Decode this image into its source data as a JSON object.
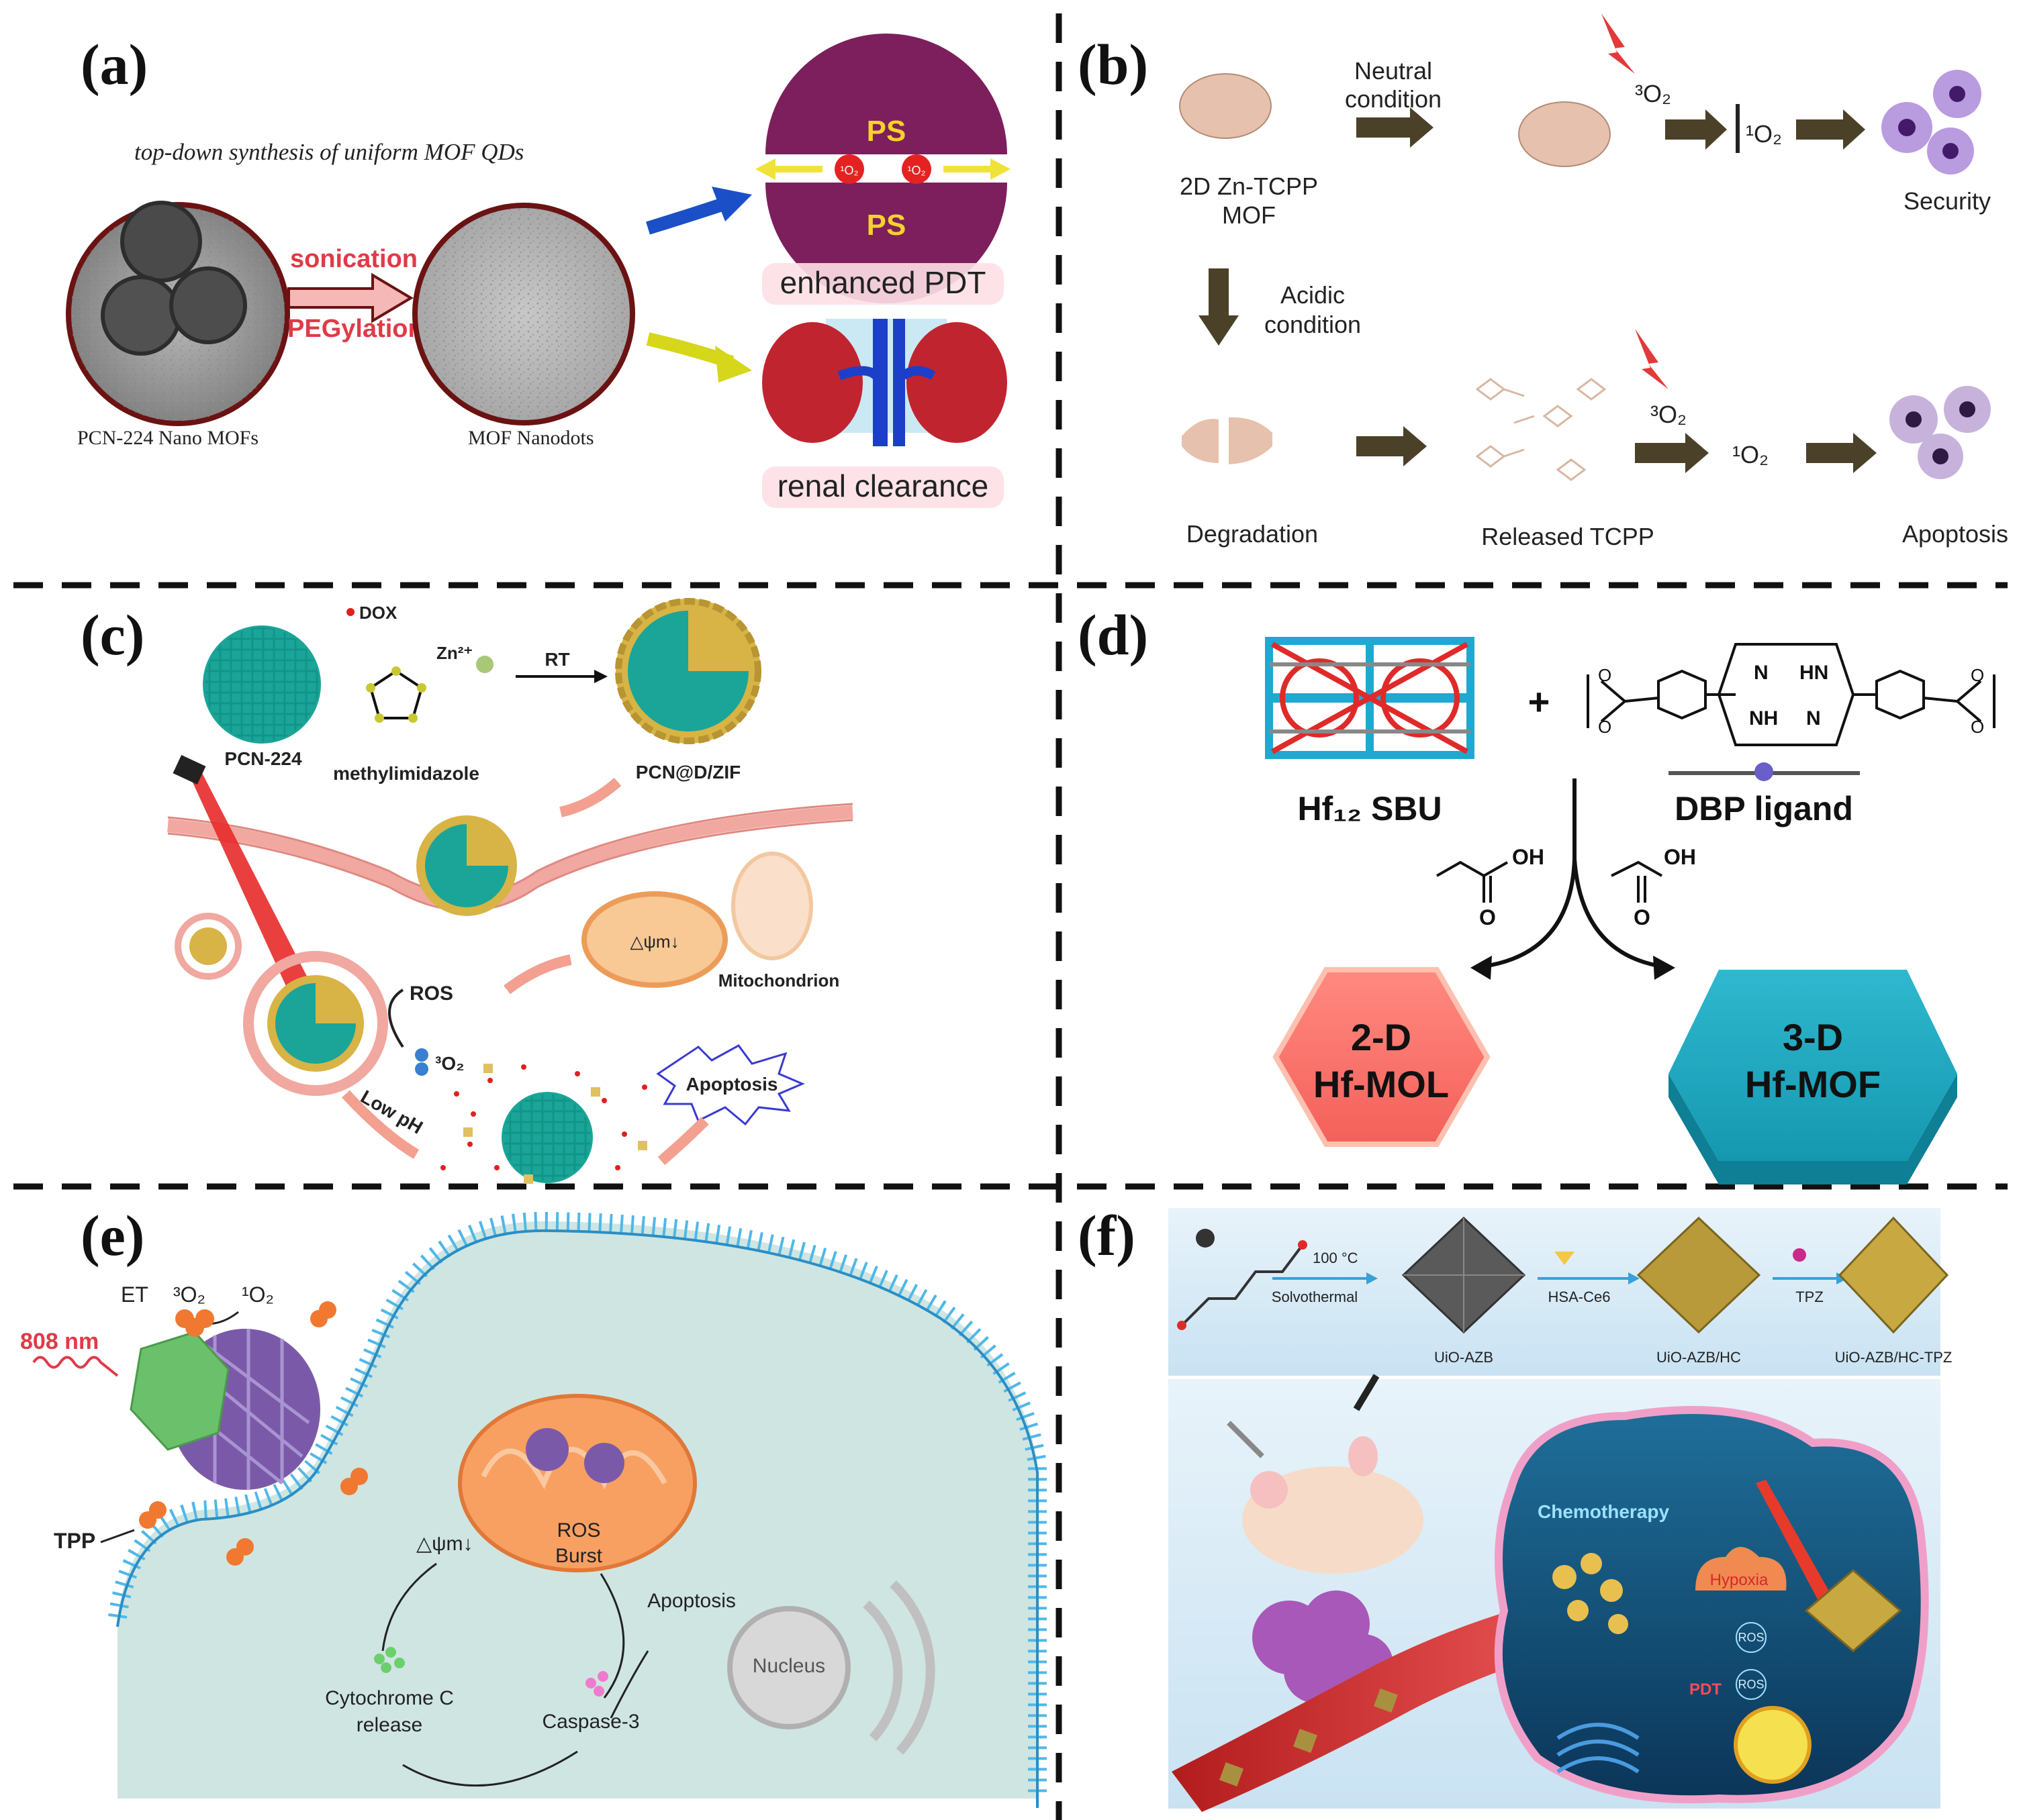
{
  "panels": {
    "a": {
      "label": "(a)",
      "title": "top-down synthesis of uniform MOF QDs",
      "sonication": "sonication",
      "pegylation": "PEGylation",
      "ps": "PS",
      "singlet": "¹O₂",
      "enhanced_pdt": "enhanced PDT",
      "renal": "renal clearance",
      "pcn_label": "PCN-224 Nano MOFs",
      "nanodots_label": "MOF Nanodots"
    },
    "b": {
      "label": "(b)",
      "neutral_1": "Neutral",
      "neutral_2": "condition",
      "mof_1": "2D Zn-TCPP",
      "mof_2": "MOF",
      "acidic_1": "Acidic",
      "acidic_2": "condition",
      "triplet": "³O₂",
      "singlet": "¹O₂",
      "security": "Security",
      "degradation": "Degradation",
      "released": "Released TCPP",
      "apoptosis": "Apoptosis"
    },
    "c": {
      "label": "(c)",
      "dox": "DOX",
      "zn": "Zn²⁺",
      "rt": "RT",
      "pcn224": "PCN-224",
      "methylimidazole": "methylimidazole",
      "pcn_zif": "PCN@D/ZIF",
      "ros": "ROS",
      "triplet": "³O₂",
      "psi": "△ψm↓",
      "mitochondrion": "Mitochondrion",
      "apoptosis": "Apoptosis",
      "low_ph": "Low pH"
    },
    "d": {
      "label": "(d)",
      "plus": "+",
      "sbu": "Hf₁₂ SBU",
      "ligand": "DBP ligand",
      "nh": "NH",
      "hn": "HN",
      "n": "N",
      "oh": "OH",
      "o": "O",
      "mol_1": "2-D",
      "mol_2": "Hf-MOL",
      "mof_1": "3-D",
      "mof_2": "Hf-MOF"
    },
    "e": {
      "label": "(e)",
      "laser": "808 nm",
      "et": "ET",
      "triplet": "³O₂",
      "singlet": "¹O₂",
      "tpp": "TPP",
      "psi": "△ψm↓",
      "ros_1": "ROS",
      "ros_2": "Burst",
      "apoptosis": "Apoptosis",
      "nucleus": "Nucleus",
      "cyto_1": "Cytochrome C",
      "cyto_2": "release",
      "caspase": "Caspase-3"
    },
    "f": {
      "label": "(f)",
      "temp": "100 °C",
      "solvothermal": "Solvothermal",
      "hsa": "HSA-Ce6",
      "tpz": "TPZ",
      "uio": "UiO-AZB",
      "uio_hc": "UiO-AZB/HC",
      "uio_hc_tpz": "UiO-AZB/HC-TPZ",
      "chemo": "Chemotherapy",
      "hypoxia": "Hypoxia",
      "ros": "ROS",
      "pdt": "PDT"
    }
  }
}
